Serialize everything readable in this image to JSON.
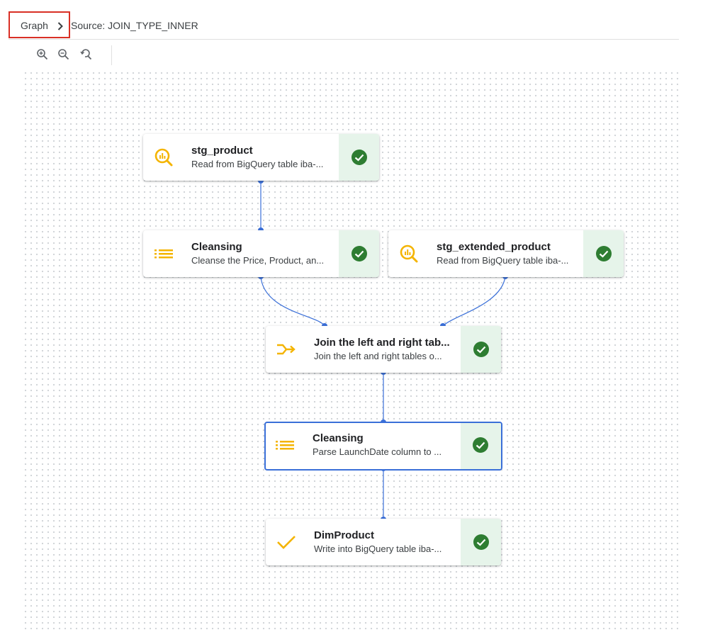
{
  "breadcrumb": {
    "root_label": "Graph",
    "current_label": "Source: JOIN_TYPE_INNER"
  },
  "toolbar": {
    "zoom_in_icon": "zoom-in-icon",
    "zoom_out_icon": "zoom-out-icon",
    "zoom_reset_icon": "zoom-reset-icon"
  },
  "colors": {
    "edge": "#3a6fd8",
    "selected_border": "#3a6fd8",
    "status_bg": "#e6f4ea",
    "status_check": "#2e7d32",
    "node_icon": "#f4b400"
  },
  "nodes": [
    {
      "id": "stg_product",
      "title": "stg_product",
      "description": "Read from BigQuery table iba-...",
      "icon": "bigquery-icon",
      "status": "succeeded"
    },
    {
      "id": "cleansing_1",
      "title": "Cleansing",
      "description": "Cleanse the Price, Product, an...",
      "icon": "list-icon",
      "status": "succeeded"
    },
    {
      "id": "stg_extended_product",
      "title": "stg_extended_product",
      "description": "Read from BigQuery table iba-...",
      "icon": "bigquery-icon",
      "status": "succeeded"
    },
    {
      "id": "join",
      "title": "Join the left and right tab...",
      "description": "Join the left and right tables o...",
      "icon": "join-icon",
      "status": "succeeded"
    },
    {
      "id": "cleansing_2",
      "title": "Cleansing",
      "description": "Parse LaunchDate column to ...",
      "icon": "list-icon",
      "status": "succeeded",
      "selected": true
    },
    {
      "id": "dim_product",
      "title": "DimProduct",
      "description": "Write into BigQuery table iba-...",
      "icon": "check-icon",
      "status": "succeeded"
    }
  ]
}
